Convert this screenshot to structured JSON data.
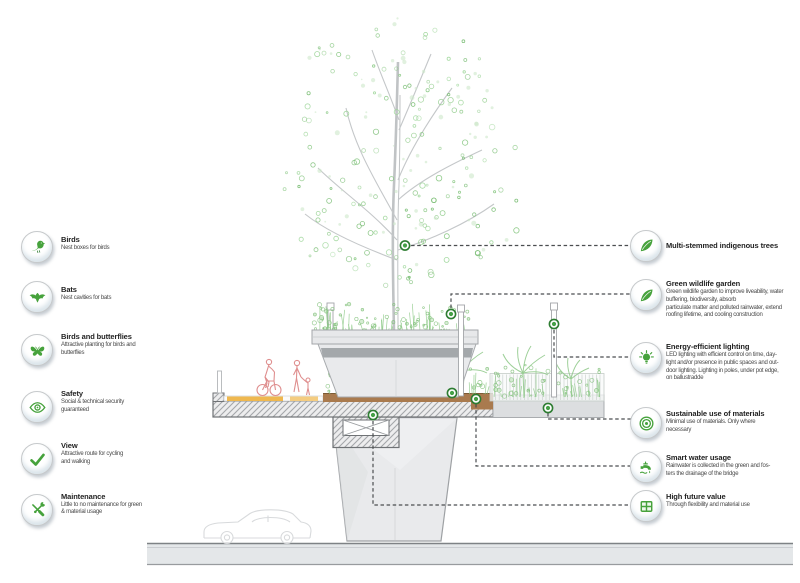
{
  "colors": {
    "icon_green": "#46a23c",
    "icon_green_dark": "#2f7d33",
    "marker_ring": "#2e7d32",
    "marker_dot": "#44a046",
    "dash_gray": "#4b4e50",
    "foliage_green": "#8cc986",
    "soil_brown": "#a97a4e",
    "path_yellow": "#efb84f",
    "path_yellow2": "#f4cc80",
    "figure_red": "#df8f8f",
    "concrete_line": "#6f7275",
    "ground_fill": "#e4e7e9"
  },
  "legend_left": {
    "items": [
      {
        "icon": "bird-icon",
        "title": "Birds",
        "desc": "Nest boxes for birds"
      },
      {
        "icon": "bat-icon",
        "title": "Bats",
        "desc": "Nest cavities for bats"
      },
      {
        "icon": "butterfly-icon",
        "title": "Birds and butterflies",
        "desc": "Attractive planting for birds and\nbutterflies"
      },
      {
        "icon": "eye-icon",
        "title": "Safety",
        "desc": "Social & technical security\nguaranteed"
      },
      {
        "icon": "checkmark-icon",
        "title": "View",
        "desc": "Attractive route for cycling\nand walking"
      },
      {
        "icon": "tools-icon",
        "title": "Maintenance",
        "desc": "Little to no maintenance for green\n& material usage"
      }
    ]
  },
  "legend_right": {
    "items": [
      {
        "icon": "leaf-icon",
        "title": "Multi-stemmed indigenous trees",
        "desc": ""
      },
      {
        "icon": "leaf-icon",
        "title": "Green wildlife garden",
        "desc": "Green wildlife garden to improve liveability, water\nbuffering, biodiversity, absorb\nparticulate matter and polluted rainwater, extend\nroofing lifetime, and cooling construction"
      },
      {
        "icon": "lightbulb-icon",
        "title": "Energy-efficient lighting",
        "desc": "LED lighting with efficient control on time, day-\nlight and/or presence in public spaces and out-\ndoor lighting. Lighting in poles, under pot edge,\non ballustradde"
      },
      {
        "icon": "target-icon",
        "title": "Sustainable use of materials",
        "desc": "Minimal use of materials. Only where\nnecessary"
      },
      {
        "icon": "tap-icon",
        "title": "Smart water usage",
        "desc": "Rainwater is collected in the green and fos-\nters the drainage of the bridge"
      },
      {
        "icon": "window-icon",
        "title": "High future value",
        "desc": "Through flexibility and material use"
      }
    ]
  }
}
